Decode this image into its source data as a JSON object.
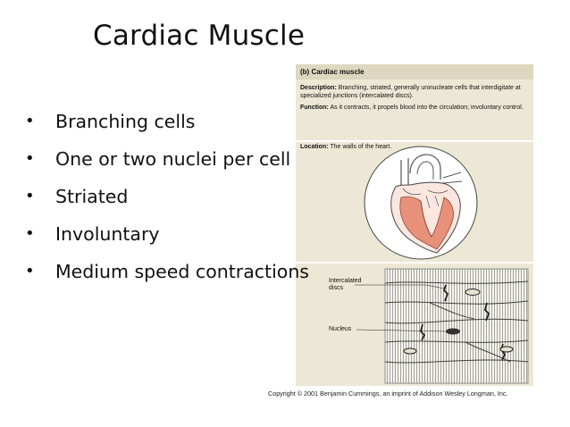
{
  "slide": {
    "title": "Cardiac Muscle",
    "bullet_glyph": "•",
    "bullets": [
      "Branching cells",
      "One or two nuclei per cell",
      "Striated",
      "Involuntary",
      "Medium speed contractions"
    ]
  },
  "figure": {
    "header": "(b) Cardiac muscle",
    "description_label": "Description:",
    "description_text": "Branching, striated, generally uninucleate cells that interdigitate at specialized junctions (intercalated discs).",
    "function_label": "Function:",
    "function_text": "As it contracts, it propels blood into the circulation; involuntary control.",
    "location_label": "Location:",
    "location_text": "The walls of the heart.",
    "micro_labels": {
      "intercalated_line1": "Intercalated",
      "intercalated_line2": "discs",
      "nucleus": "Nucleus"
    },
    "colors": {
      "panel_bg": "#ece8d5",
      "header_bg": "#ddd7bf",
      "heart_muscle": "#e8917a"
    }
  },
  "copyright": "Copyright © 2001 Benjamin Cummings, an imprint of Addison Wesley Longman, Inc."
}
